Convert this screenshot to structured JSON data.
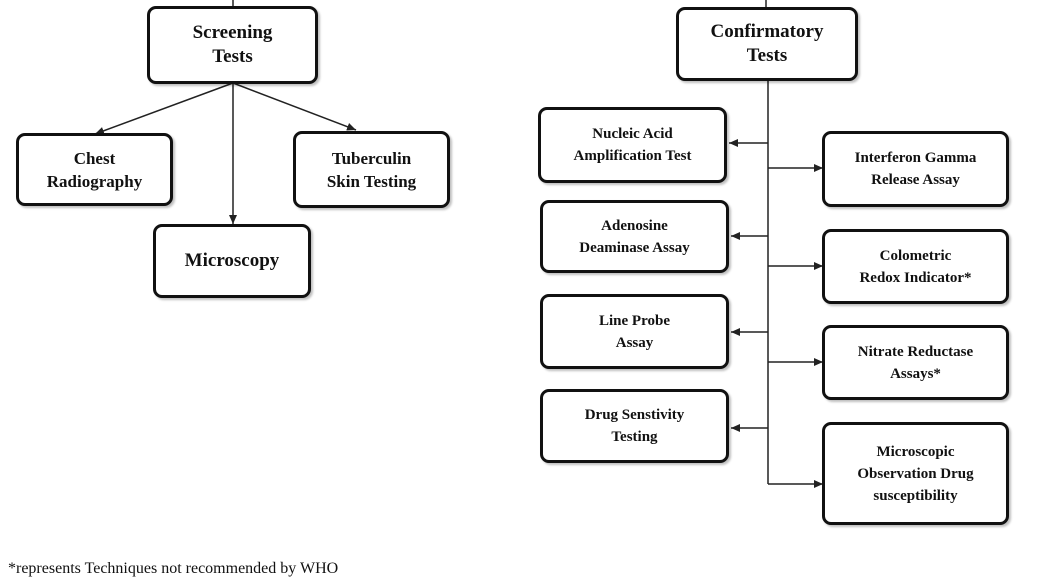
{
  "screening": {
    "title": "Screening\nTests",
    "children": [
      "Chest\nRadiography",
      "Microscopy",
      "Tuberculin\nSkin Testing"
    ]
  },
  "confirmatory": {
    "title": "Confirmatory\nTests",
    "left_children": [
      "Nucleic Acid\nAmplification Test",
      "Adenosine\nDeaminase  Assay",
      "Line Probe\nAssay",
      "Drug Senstivity\nTesting"
    ],
    "right_children": [
      "Interferon Gamma\nRelease Assay",
      "Colometric\nRedox Indicator*",
      "Nitrate Reductase\nAssays*",
      "Microscopic\nObservation Drug\nsusceptibility"
    ]
  },
  "footnote": "*represents Techniques not recommended by WHO"
}
